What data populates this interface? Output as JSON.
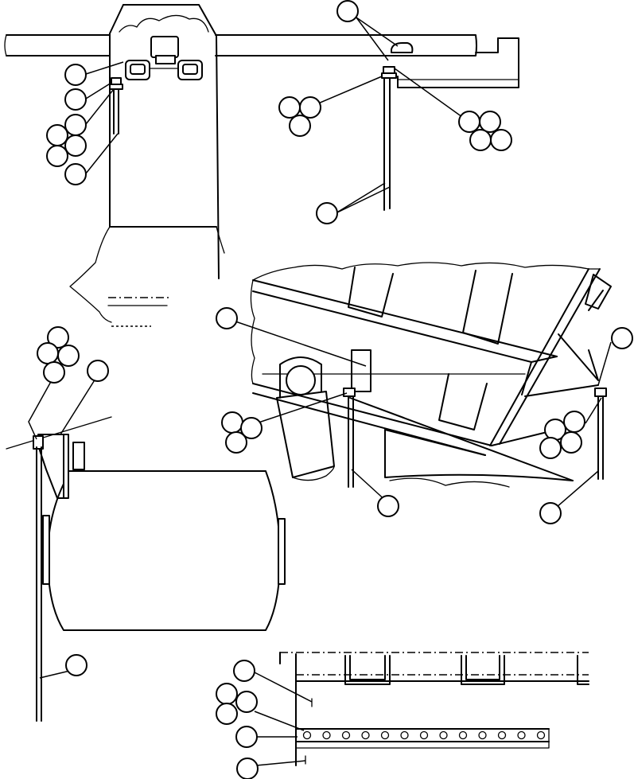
{
  "figure": {
    "description_labels": [],
    "callout_count": 41
  },
  "views": {
    "top_left": {
      "callouts": 7
    },
    "top_right": {
      "callouts": 9
    },
    "middle_right": {
      "callouts": 10
    },
    "left_tank": {
      "callouts": 6
    },
    "bottom_panel": {
      "callouts": 5
    }
  },
  "colors": {
    "line": "#000000",
    "background": "#ffffff"
  }
}
